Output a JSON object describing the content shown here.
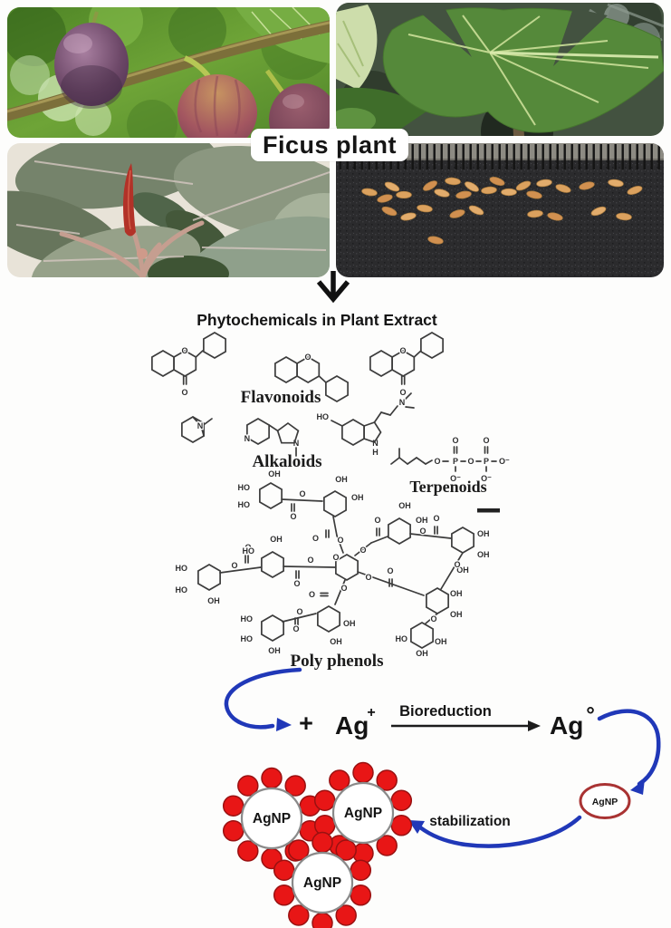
{
  "figure": {
    "plant_label": "Ficus plant",
    "section_heading": "Phytochemicals in Plant Extract",
    "group_labels": {
      "flavonoids": "Flavonoids",
      "alkaloids": "Alkaloids",
      "terpenoids": "Terpenoids",
      "polyphenols": "Poly phenols"
    },
    "reaction": {
      "plus": "+",
      "silver_ion": "Ag",
      "silver_ion_charge": "+",
      "arrow_label": "Bioreduction",
      "silver_atom": "Ag",
      "silver_atom_charge": "°",
      "stabilization_label": "stabilization",
      "nanoparticle_label": "AgNP"
    },
    "atoms": {
      "o": "O",
      "oh": "OH",
      "ho": "HO",
      "n": "N",
      "h": "H",
      "p": "P",
      "om": "O⁻"
    },
    "colors": {
      "arrow_blue": "#2038b8",
      "dot_red": "#e81616",
      "dot_red_edge": "#991111",
      "np_circle_border": "#8a8a8a",
      "small_np_border": "#a93333",
      "ink": "#3c3c3c"
    }
  }
}
